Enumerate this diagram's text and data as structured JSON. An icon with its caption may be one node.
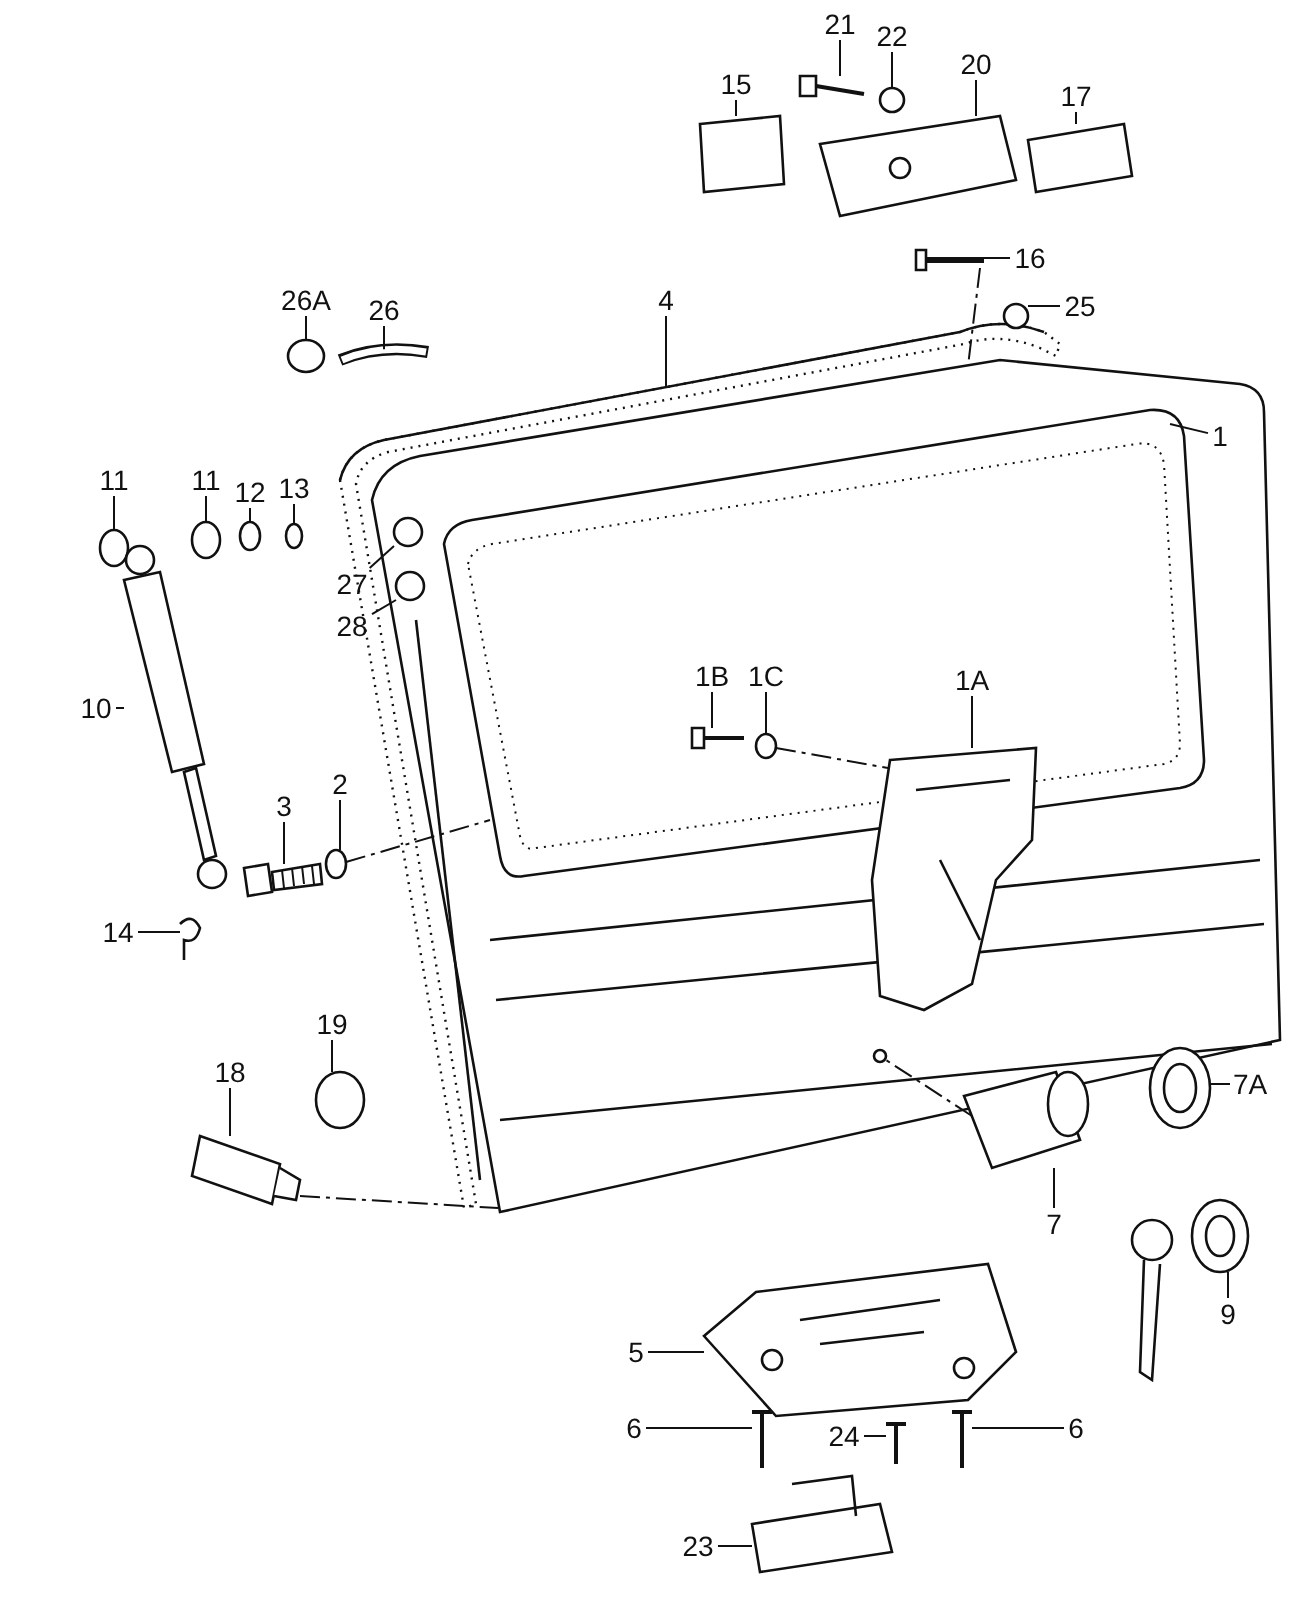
{
  "diagram": {
    "nodes": [
      {
        "text": [],
        "shape": "picture"
      },
      {
        "text": [
          "21"
        ]
      },
      {
        "text": [
          "22"
        ]
      },
      {
        "text": [
          "20"
        ]
      },
      {
        "text": [
          "15"
        ]
      },
      {
        "text": [
          "17"
        ]
      },
      {
        "text": [
          "16"
        ]
      },
      {
        "text": [
          "26A"
        ]
      },
      {
        "text": [
          "26"
        ]
      },
      {
        "text": [
          "4"
        ]
      },
      {
        "text": [
          "25"
        ]
      },
      {
        "text": [
          "1"
        ],
        "in": 0
      },
      {
        "text": [
          "11"
        ]
      },
      {
        "text": [
          "11"
        ]
      },
      {
        "text": [
          "12"
        ]
      },
      {
        "text": [
          "13"
        ]
      },
      {
        "text": [
          "27"
        ]
      },
      {
        "text": [
          "28"
        ]
      },
      {
        "text": [
          "1B"
        ],
        "in": 0
      },
      {
        "text": [
          "1C"
        ],
        "in": 0
      },
      {
        "text": [
          "1A"
        ],
        "in": 0
      },
      {
        "text": [
          "10"
        ]
      },
      {
        "text": [
          "3"
        ]
      },
      {
        "text": [
          "2"
        ]
      },
      {
        "text": [
          "14"
        ]
      },
      {
        "text": [
          "19"
        ]
      },
      {
        "text": [
          "18"
        ]
      },
      {
        "text": [
          "7A"
        ]
      },
      {
        "text": [
          "7"
        ]
      },
      {
        "text": [
          "9"
        ]
      },
      {
        "text": [
          "5"
        ]
      },
      {
        "text": [
          "6"
        ]
      },
      {
        "text": [
          "24"
        ]
      },
      {
        "text": [
          "6"
        ]
      },
      {
        "text": [
          "23"
        ]
      },
      {
        "text": [],
        "shape": "picture"
      },
      {
        "text": [],
        "shape": "circle"
      },
      {
        "text": [],
        "shape": "picture"
      },
      {
        "text": [],
        "shape": "box"
      },
      {
        "text": [],
        "shape": "box"
      },
      {
        "text": [],
        "shape": "picture"
      },
      {
        "text": [],
        "shape": "circle"
      },
      {
        "text": [],
        "shape": "picture"
      },
      {
        "text": [],
        "shape": "picture"
      },
      {
        "text": [],
        "shape": "circle"
      },
      {
        "text": [],
        "shape": "circle"
      },
      {
        "text": [],
        "shape": "circle"
      },
      {
        "text": [],
        "shape": "circle"
      },
      {
        "text": [],
        "shape": "circle"
      },
      {
        "text": [],
        "shape": "circle",
        "in": 0
      },
      {
        "text": [],
        "shape": "circle",
        "in": 0
      },
      {
        "text": [],
        "shape": "picture",
        "in": 0
      },
      {
        "text": [],
        "shape": "circle",
        "in": 0
      },
      {
        "text": [],
        "shape": "picture",
        "in": 0
      },
      {
        "text": [],
        "shape": "picture"
      },
      {
        "text": [],
        "shape": "picture"
      },
      {
        "text": [],
        "shape": "circle"
      },
      {
        "text": [],
        "shape": "picture"
      },
      {
        "text": [],
        "shape": "circle"
      },
      {
        "text": [],
        "shape": "picture"
      },
      {
        "text": [],
        "shape": "picture"
      },
      {
        "text": [],
        "shape": "picture"
      },
      {
        "text": [],
        "shape": "picture"
      },
      {
        "text": [],
        "shape": "picture"
      },
      {
        "text": [],
        "shape": "picture"
      },
      {
        "text": [],
        "shape": "picture"
      },
      {
        "text": [],
        "shape": "picture"
      },
      {
        "text": [],
        "shape": "picture"
      },
      {
        "text": [],
        "shape": "circle",
        "in": 0
      }
    ],
    "edges": [
      {
        "from": 1,
        "to": 35,
        "arrow": "none"
      },
      {
        "from": 2,
        "to": 36,
        "arrow": "none"
      },
      {
        "from": 3,
        "to": 37,
        "arrow": "none"
      },
      {
        "from": 4,
        "to": 38,
        "arrow": "none"
      },
      {
        "from": 5,
        "to": 39,
        "arrow": "none"
      },
      {
        "from": 6,
        "to": 40,
        "arrow": "none"
      },
      {
        "from": 7,
        "to": 41,
        "arrow": "none"
      },
      {
        "from": 8,
        "to": 42,
        "arrow": "none"
      },
      {
        "from": 9,
        "to": 43,
        "arrow": "none"
      },
      {
        "from": 10,
        "to": 44,
        "arrow": "none"
      },
      {
        "from": 11,
        "to": 0,
        "arrow": "none"
      },
      {
        "from": 12,
        "to": 45,
        "arrow": "none"
      },
      {
        "from": 13,
        "to": 46,
        "arrow": "none"
      },
      {
        "from": 14,
        "to": 47,
        "arrow": "none"
      },
      {
        "from": 15,
        "to": 48,
        "arrow": "none"
      },
      {
        "from": 16,
        "to": 49,
        "arrow": "none"
      },
      {
        "from": 17,
        "to": 50,
        "arrow": "none"
      },
      {
        "from": 18,
        "to": 51,
        "arrow": "none"
      },
      {
        "from": 19,
        "to": 52,
        "arrow": "none"
      },
      {
        "from": 20,
        "to": 53,
        "arrow": "none"
      },
      {
        "from": 21,
        "to": 54,
        "arrow": "none"
      },
      {
        "from": 22,
        "to": 55,
        "arrow": "none"
      },
      {
        "from": 23,
        "to": 56,
        "arrow": "none"
      },
      {
        "from": 24,
        "to": 57,
        "arrow": "none"
      },
      {
        "from": 25,
        "to": 58,
        "arrow": "none"
      },
      {
        "from": 26,
        "to": 59,
        "arrow": "none"
      },
      {
        "from": 27,
        "to": 60,
        "arrow": "none"
      },
      {
        "from": 28,
        "to": 61,
        "arrow": "none"
      },
      {
        "from": 29,
        "to": 62,
        "arrow": "none"
      },
      {
        "from": 30,
        "to": 63,
        "arrow": "none"
      },
      {
        "from": 31,
        "to": 64,
        "arrow": "none"
      },
      {
        "from": 32,
        "to": 65,
        "arrow": "none"
      },
      {
        "from": 33,
        "to": 66,
        "arrow": "none"
      },
      {
        "from": 34,
        "to": 67,
        "arrow": "none"
      },
      {
        "from": 59,
        "to": 0,
        "arrow": "none",
        "style": "dashed"
      },
      {
        "from": 56,
        "to": 0,
        "arrow": "none",
        "style": "dashed"
      },
      {
        "from": 52,
        "to": 53,
        "arrow": "none",
        "style": "dashed"
      },
      {
        "from": 61,
        "to": 68,
        "arrow": "none",
        "style": "dashed"
      },
      {
        "from": 40,
        "to": 0,
        "arrow": "none",
        "style": "dashed"
      }
    ]
  }
}
